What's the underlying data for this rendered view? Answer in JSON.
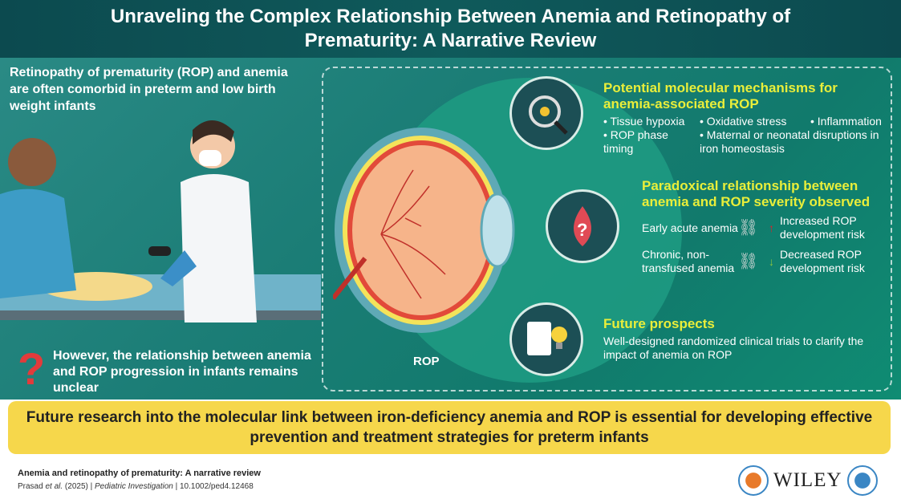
{
  "title": "Unraveling the Complex Relationship Between Anemia and Retinopathy of Prematurity: A Narrative Review",
  "left": {
    "intro": "Retinopathy of prematurity (ROP) and anemia are often comorbid in preterm and low birth weight infants",
    "question_mark": "?",
    "unclear": "However, the relationship between anemia and ROP progression in infants remains unclear"
  },
  "eye_label": "ROP",
  "mechanisms": {
    "title": "Potential molecular mechanisms for anemia-associated ROP",
    "items": [
      "• Tissue hypoxia",
      "• Oxidative stress",
      "• Inflammation",
      "• ROP phase timing",
      "• Maternal or neonatal disruptions in iron homeostasis"
    ]
  },
  "paradox": {
    "title": "Paradoxical relationship between anemia and ROP severity observed",
    "rows": [
      {
        "cause": "Early acute anemia",
        "effect": "Increased ROP development risk",
        "direction": "up",
        "color": "#d9242a"
      },
      {
        "cause": "Chronic, non-transfused anemia",
        "effect": "Decreased ROP development risk",
        "direction": "down",
        "color": "#8cc63f"
      }
    ]
  },
  "future": {
    "title": "Future prospects",
    "text": "Well-designed randomized clinical trials to clarify the impact of anemia on ROP"
  },
  "banner": "Future research into the molecular link between iron-deficiency anemia and ROP is essential for developing effective prevention and treatment strategies for preterm infants",
  "footer": {
    "title": "Anemia and retinopathy of prematurity: A narrative review",
    "authors": "Prasad",
    "etal": " et al.",
    "year": " (2025)  |  ",
    "journal": "Pediatric Investigation",
    "doi": "  |  10.1002/ped4.12468",
    "publisher": "WILEY"
  }
}
